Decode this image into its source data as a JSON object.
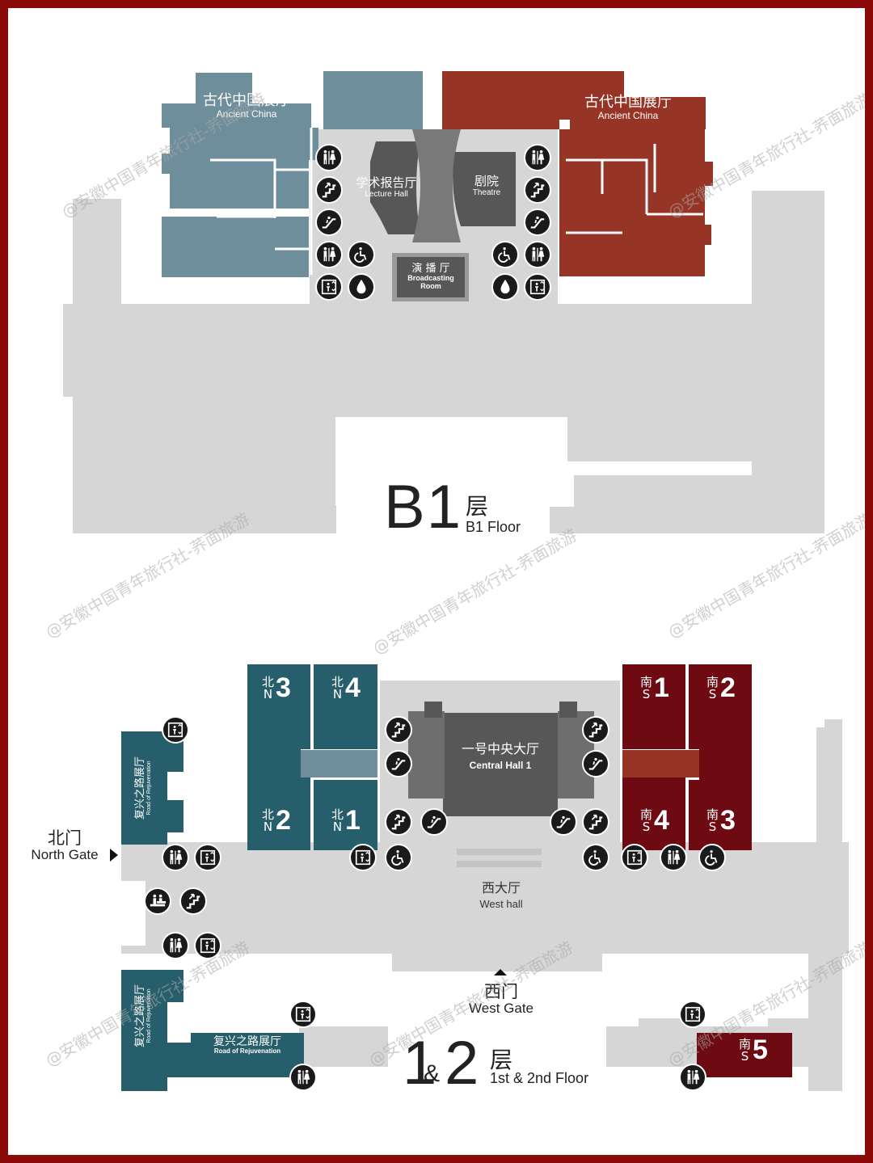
{
  "b1": {
    "left_hall": {
      "cn": "古代中国展厅",
      "en": "Ancient China"
    },
    "right_hall": {
      "cn": "古代中国展厅",
      "en": "Ancient China"
    },
    "lecture": {
      "cn": "学术报告厅",
      "en": "Lecture  Hall"
    },
    "theatre": {
      "cn": "剧院",
      "en": "Theatre"
    },
    "broadcast": {
      "cn": "演 播 厅",
      "en1": "Broadcasting",
      "en2": "Room"
    },
    "floor": {
      "big": "B1",
      "cn": "层",
      "en": "B1 Floor"
    }
  },
  "f12": {
    "rooms": {
      "n3": {
        "cn": "北",
        "letter": "N",
        "num": "3"
      },
      "n4": {
        "cn": "北",
        "letter": "N",
        "num": "4"
      },
      "n2": {
        "cn": "北",
        "letter": "N",
        "num": "2"
      },
      "n1": {
        "cn": "北",
        "letter": "N",
        "num": "1"
      },
      "s1": {
        "cn": "南",
        "letter": "S",
        "num": "1"
      },
      "s2": {
        "cn": "南",
        "letter": "S",
        "num": "2"
      },
      "s4": {
        "cn": "南",
        "letter": "S",
        "num": "4"
      },
      "s3": {
        "cn": "南",
        "letter": "S",
        "num": "3"
      },
      "s5": {
        "cn": "南",
        "letter": "S",
        "num": "5"
      }
    },
    "central_hall": {
      "cn": "一号中央大厅",
      "en": "Central Hall 1"
    },
    "west_hall": {
      "cn": "西大厅",
      "en": "West hall"
    },
    "north_gate": {
      "cn": "北门",
      "en": "North Gate"
    },
    "west_gate": {
      "cn": "西门",
      "en": "West Gate"
    },
    "rejuv_vert": {
      "cn": "复兴之路展厅",
      "en": "Road of Rejuvenation"
    },
    "rejuv_horiz": {
      "cn": "复兴之路展厅",
      "en": "Road of Rejuvenation"
    },
    "floor": {
      "big1": "1",
      "amp": "&",
      "big2": "2",
      "cn": "层",
      "en": "1st & 2nd Floor"
    }
  },
  "watermark": "@安徽中国青年旅行社-荞面旅游",
  "colors": {
    "border": "#8b0a0a",
    "gray": "#d6d6d6",
    "dark": "#575757",
    "slate": "#6f8e9b",
    "brick": "#963426",
    "teal": "#275e6b",
    "maroon": "#6e0b12"
  },
  "icons": [
    "restroom-icon",
    "stairs-icon",
    "escalator-icon",
    "elevator-icon",
    "accessible-icon",
    "water-icon",
    "info-desk-icon"
  ]
}
